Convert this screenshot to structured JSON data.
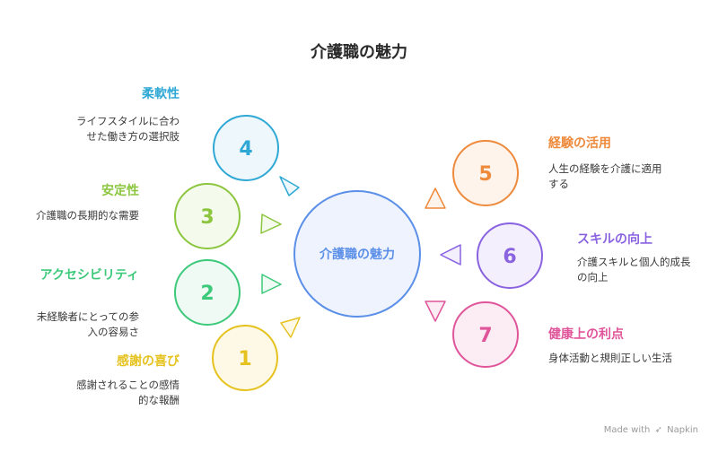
{
  "title": "介護職の魅力",
  "center": {
    "label": "介護職の魅力",
    "color": "#5b8fe8"
  },
  "items": [
    {
      "num": "4",
      "title": "柔軟性",
      "desc": "ライフスタイルに合わせた働き方の選択肢",
      "color": "#2fa8d5"
    },
    {
      "num": "3",
      "title": "安定性",
      "desc": "介護職の長期的な需要",
      "color": "#8cc63f"
    },
    {
      "num": "2",
      "title": "アクセシビリティ",
      "desc": "未経験者にとっての参入の容易さ",
      "color": "#3cc97a"
    },
    {
      "num": "1",
      "title": "感謝の喜び",
      "desc": "感謝されることの感情的な報酬",
      "color": "#e6c21e"
    },
    {
      "num": "5",
      "title": "経験の活用",
      "desc": "人生の経験を介護に適用する",
      "color": "#ee8a3c"
    },
    {
      "num": "6",
      "title": "スキルの向上",
      "desc": "介護スキルと個人的成長の向上",
      "color": "#8a63e0"
    },
    {
      "num": "7",
      "title": "健康上の利点",
      "desc": "身体活動と規則正しい生活",
      "color": "#e0559a"
    }
  ],
  "footer": {
    "made_with": "Made with",
    "brand": "Napkin"
  }
}
